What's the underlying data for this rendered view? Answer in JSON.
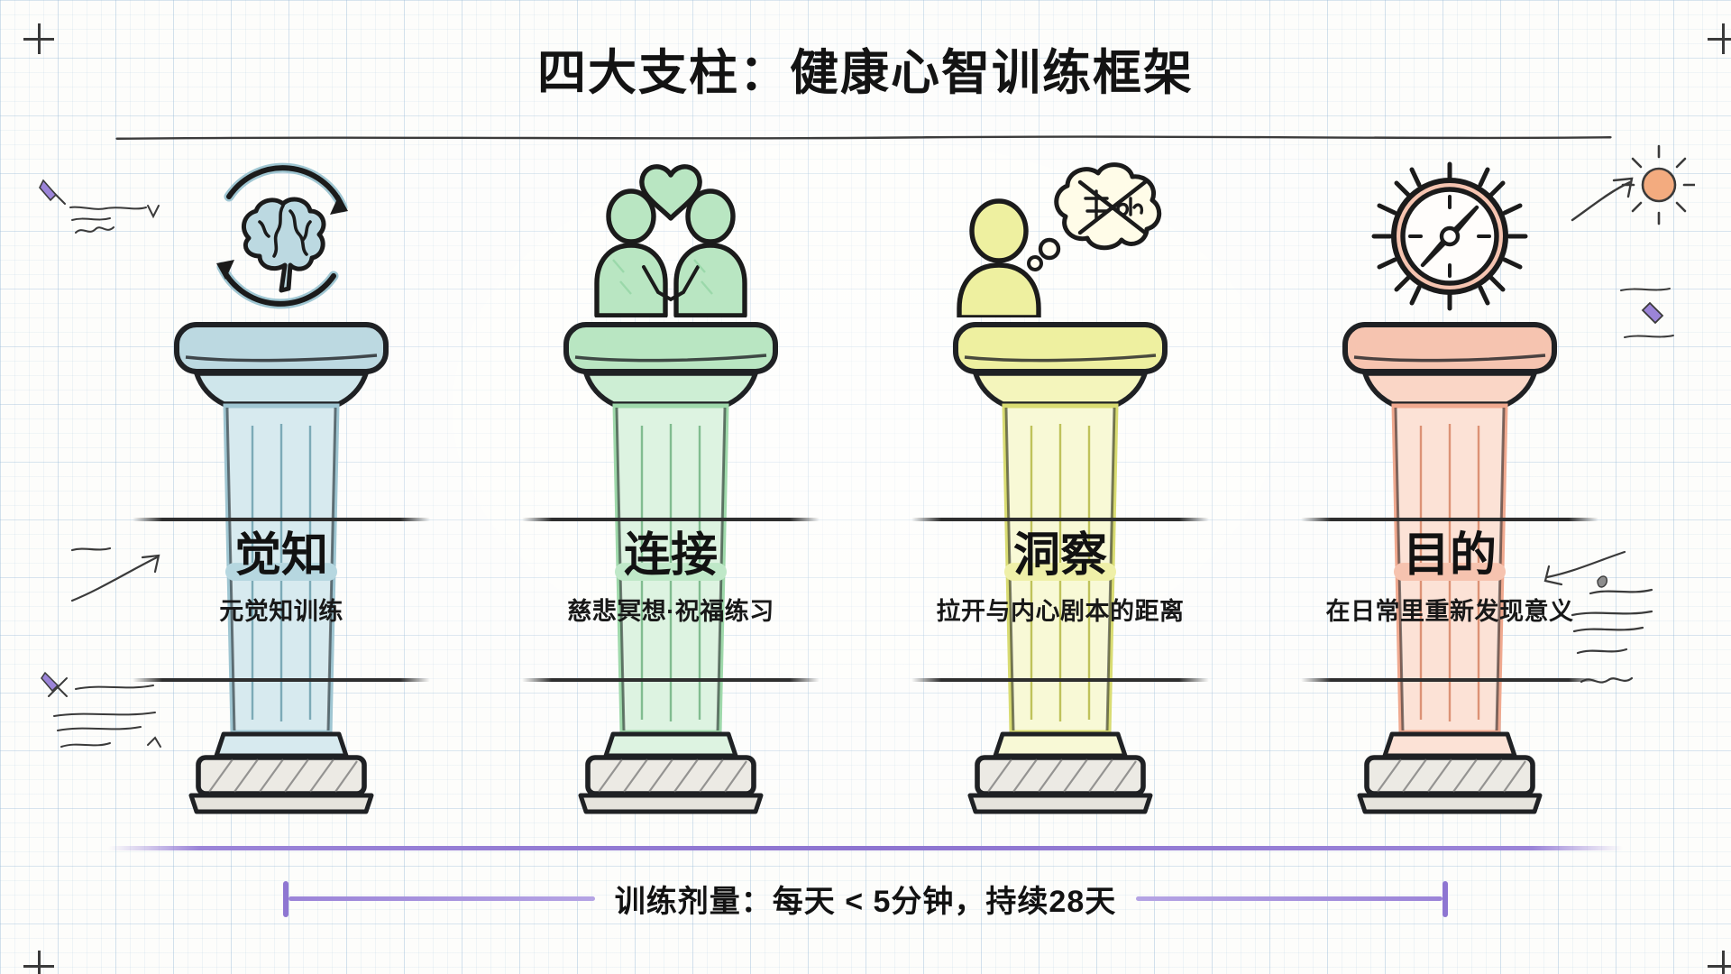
{
  "title": "四大支柱：健康心智训练框架",
  "pillars": [
    {
      "title": "觉知",
      "subtitle": "元觉知训练",
      "icon": "brain-cycle-icon",
      "color": "#a8cdd6",
      "fill": "#c3dfe5",
      "highlight": "#b6d7e0"
    },
    {
      "title": "连接",
      "subtitle": "慈悲冥想·祝福练习",
      "icon": "two-people-heart-icon",
      "color": "#a9dcb4",
      "fill": "#b9e6c2",
      "highlight": "#bfe8c8"
    },
    {
      "title": "洞察",
      "subtitle": "拉开与内心剧本的距离",
      "icon": "thought-bubble-crossed-icon",
      "color": "#e6e87c",
      "fill": "#eef0a0",
      "highlight": "#eff0a8"
    },
    {
      "title": "目的",
      "subtitle": "在日常里重新发现意义",
      "icon": "compass-sun-icon",
      "color": "#f0a98f",
      "fill": "#f6c4b0",
      "highlight": "#f6c3af"
    }
  ],
  "footer": {
    "dose_text": "训练剂量：每天 < 5分钟，持续28天",
    "accent": "#8e76d2"
  },
  "decor": {
    "sun_icon": "sun-icon",
    "pen_icon": "pen-icon",
    "arrow_icon": "arrow-icon",
    "crop_mark": "crop-mark-icon"
  }
}
